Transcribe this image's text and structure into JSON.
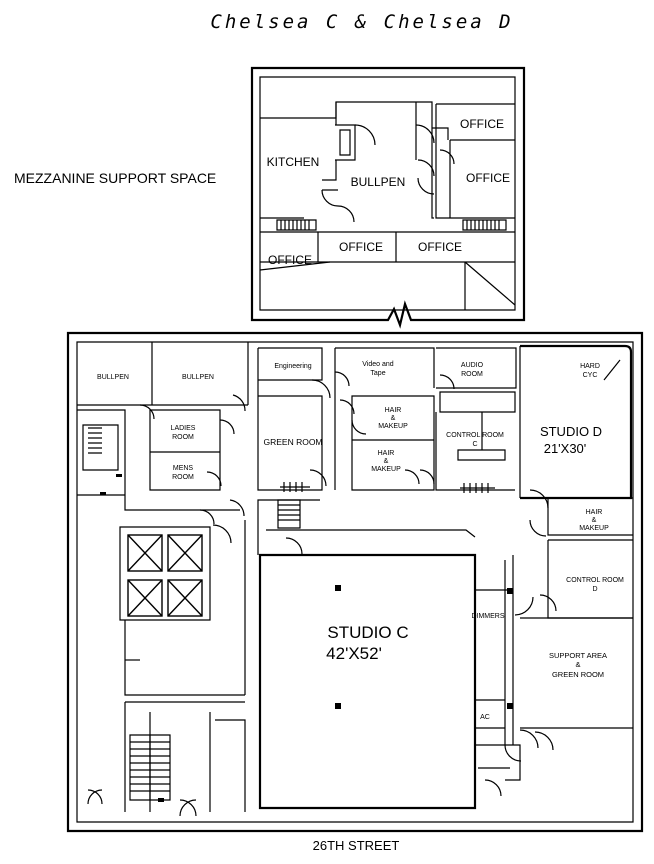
{
  "title": "Chelsea C & Chelsea D",
  "mezzanine": {
    "heading": "MEZZANINE SUPPORT SPACE",
    "rooms": {
      "kitchen": "KITCHEN",
      "bullpen": "BULLPEN",
      "office_top_right": "OFFICE",
      "office_right": "OFFICE",
      "office_bottom_left": "OFFICE",
      "office_bottom_mid": "OFFICE",
      "office_bottom_right": "OFFICE"
    }
  },
  "ground": {
    "rooms": {
      "bullpen_1": "BULLPEN",
      "bullpen_2": "BULLPEN",
      "ladies_1": "LADIES",
      "ladies_2": "ROOM",
      "mens_1": "MENS",
      "mens_2": "ROOM",
      "engineering": "Engineering",
      "video_1": "Video and",
      "video_2": "Tape",
      "audio_1": "AUDIO",
      "audio_2": "ROOM",
      "hard_cyc_1": "HARD",
      "hard_cyc_2": "CYC",
      "green_room": "GREEN ROOM",
      "hair1_1": "HAIR",
      "hair1_2": "&",
      "hair1_3": "MAKEUP",
      "hair2_1": "HAIR",
      "hair2_2": "&",
      "hair2_3": "MAKEUP",
      "control_c_1": "CONTROL ROOM",
      "control_c_2": "C",
      "studio_d_name": "STUDIO D",
      "studio_d_size": "21'X30'",
      "hair_d_1": "HAIR",
      "hair_d_2": "&",
      "hair_d_3": "MAKEUP",
      "control_d_1": "CONTROL ROOM",
      "control_d_2": "D",
      "dimmers": "DIMMERS",
      "ac": "AC",
      "support_1": "SUPPORT AREA",
      "support_2": "&",
      "support_3": "GREEN ROOM",
      "studio_c_name": "STUDIO C",
      "studio_c_size": "42'X52'"
    },
    "street": "26TH STREET"
  }
}
